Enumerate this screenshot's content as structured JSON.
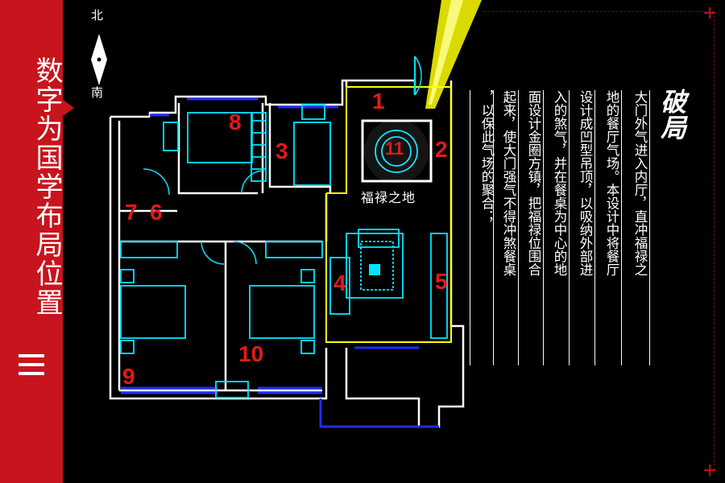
{
  "sidebar": {
    "title": "数字为国学布局位置",
    "section_number": "三"
  },
  "compass": {
    "north": "北",
    "south": "南"
  },
  "plan": {
    "room_numbers": [
      "1",
      "2",
      "3",
      "4",
      "5",
      "6",
      "7",
      "8",
      "9",
      "10",
      "11"
    ],
    "blessing_label": "福禄之地"
  },
  "article": {
    "heading": "破局",
    "columns": [
      "大门外气进入内厅，直冲福禄之",
      "地的餐厅气场。本设计中将餐厅",
      "设计成凹型吊顶，以吸纳外部进",
      "入的煞气，并在餐桌为中心的地",
      "面设计金圈方镇，把福禄位围合",
      "起来，使大门强气不得冲煞餐桌",
      "，以保此气场的聚合；"
    ]
  },
  "colors": {
    "accent": "#c8141c",
    "wall": "#ffffff",
    "fixture": "#00e5ff",
    "window": "#1f2bff",
    "highlight": "#ffff00",
    "label": "#e11a1a"
  }
}
